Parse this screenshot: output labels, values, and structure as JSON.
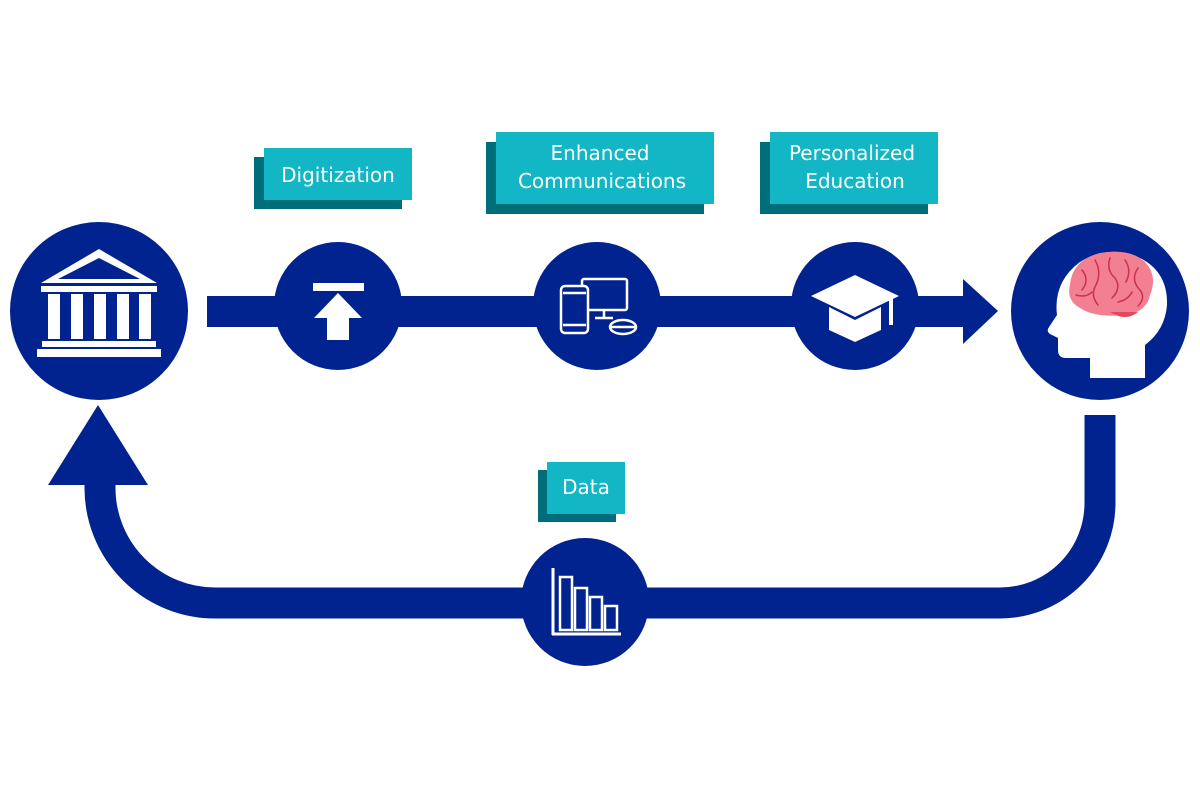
{
  "labels": {
    "digitization": "Digitization",
    "enhanced_line1": "Enhanced",
    "enhanced_line2": "Communications",
    "personalized_line1": "Personalized",
    "personalized_line2": "Education",
    "data": "Data"
  },
  "nodes": [
    {
      "id": "institution",
      "icon": "institution-building-icon"
    },
    {
      "id": "digitization",
      "icon": "upload-arrow-icon"
    },
    {
      "id": "communications",
      "icon": "devices-icon"
    },
    {
      "id": "education",
      "icon": "graduation-cap-icon"
    },
    {
      "id": "learner",
      "icon": "head-brain-icon"
    },
    {
      "id": "data",
      "icon": "bar-chart-icon"
    }
  ],
  "colors": {
    "primary": "#00238f",
    "label_fill": "#13b6c4",
    "label_shadow": "#006d7b",
    "brain": "#f37f92",
    "brain_dark": "#e4465e",
    "white": "#ffffff"
  }
}
